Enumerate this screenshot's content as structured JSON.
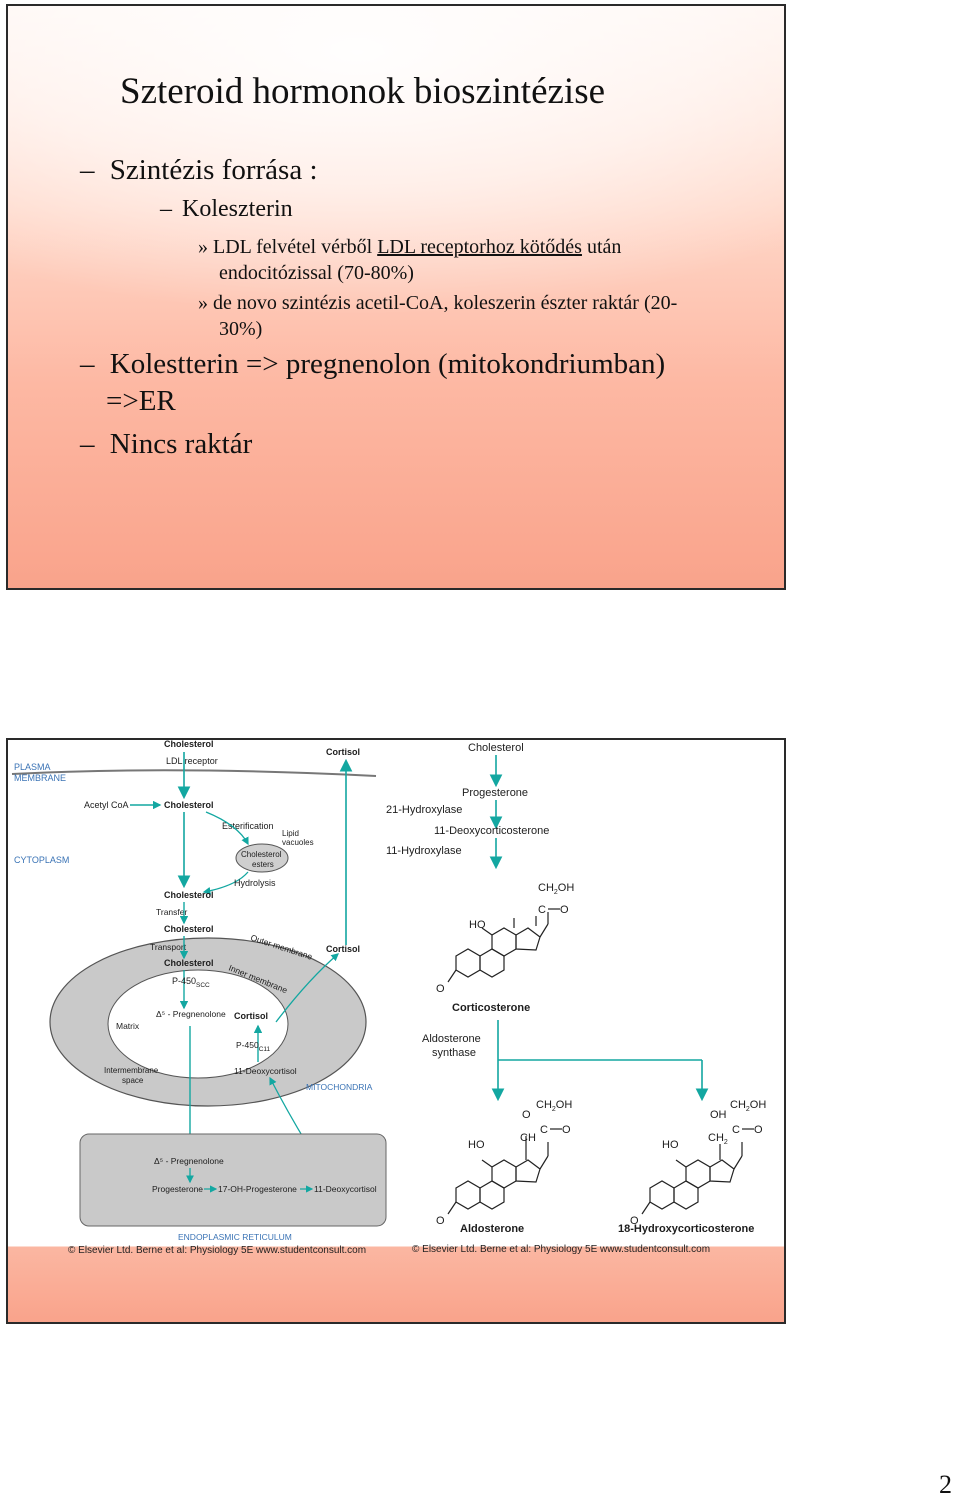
{
  "slide1": {
    "title": "Szteroid hormonok bioszintézise",
    "bullets": {
      "source_dash": "–",
      "source": "Szintézis forrása :",
      "chol_dash": "–",
      "cholesterol": "Koleszterin",
      "sub1_marker": "»",
      "sub1_a": "LDL felvétel vérből ",
      "sub1_u": "LDL receptorhoz kötődés",
      "sub1_b": " után",
      "sub1_c": "endocitózissal (70-80%)",
      "sub2_marker": "»",
      "sub2_a": "de novo szintézis acetil-CoA, koleszerin észter raktár (20-",
      "sub2_b": "30%)",
      "pathway_dash": "–",
      "pathway_a": "Kolestterin => pregnenolon (mitokondriumban)",
      "pathway_b": "=>ER",
      "storage_dash": "–",
      "storage": "Nincs raktár"
    }
  },
  "figure_left": {
    "plasma_membrane_1": "PLASMA",
    "plasma_membrane_2": "MEMBRANE",
    "cytoplasm": "CYTOPLASM",
    "cholesterol_top": "Cholesterol",
    "ldl_receptor": "LDL receptor",
    "cortisol_top": "Cortisol",
    "acetyl_coa": "Acetyl CoA",
    "cholesterol_cyto": "Cholesterol",
    "esterification": "Esterification",
    "lipid_1": "Lipid",
    "lipid_2": "vacuoles",
    "chol_esters_1": "Cholesterol",
    "chol_esters_2": "esters",
    "hydrolysis": "Hydrolysis",
    "cholesterol_3": "Cholesterol",
    "transfer": "Transfer",
    "cholesterol_4": "Cholesterol",
    "transport": "Transport",
    "outer_membrane": "Outer membrane",
    "cortisol_out": "Cortisol",
    "cholesterol_5": "Cholesterol",
    "inner_membrane": "Inner membrane",
    "p450scc": "P-450",
    "p450scc_sub": "SCC",
    "matrix": "Matrix",
    "pregnenolone_mito": "Δ⁵ - Pregnenolone",
    "cortisol_mito": "Cortisol",
    "p450c11": "P-450",
    "p450c11_sub": "C11",
    "intermembrane_1": "Intermembrane",
    "intermembrane_2": "space",
    "deoxycortisol_mito": "11-Deoxycortisol",
    "mitochondria": "MITOCHONDRIA",
    "pregnenolone_er": "Δ⁵ - Pregnenolone",
    "progesterone_er": "Progesterone",
    "ohprog_er": "17-OH-Progesterone",
    "deoxycortisol_er": "11-Deoxycortisol",
    "er": "ENDOPLASMIC RETICULUM",
    "credit": "© Elsevier Ltd. Berne et al: Physiology 5E www.studentconsult.com"
  },
  "figure_right": {
    "cholesterol": "Cholesterol",
    "progesterone": "Progesterone",
    "hydroxylase21": "21-Hydroxylase",
    "deoxycorticosterone": "11-Deoxycorticosterone",
    "hydroxylase11": "11-Hydroxylase",
    "corticosterone": "Corticosterone",
    "aldo_synthase_1": "Aldosterone",
    "aldo_synthase_2": "synthase",
    "aldosterone": "Aldosterone",
    "hydroxycorticosterone": "18-Hydroxycorticosterone",
    "ho": "HO",
    "o": "O",
    "oh": "OH",
    "ch": "CH",
    "ch2": "CH",
    "ch2oh": "CH",
    "credit": "© Elsevier Ltd. Berne et al: Physiology 5E www.studentconsult.com"
  },
  "page_number": "2"
}
